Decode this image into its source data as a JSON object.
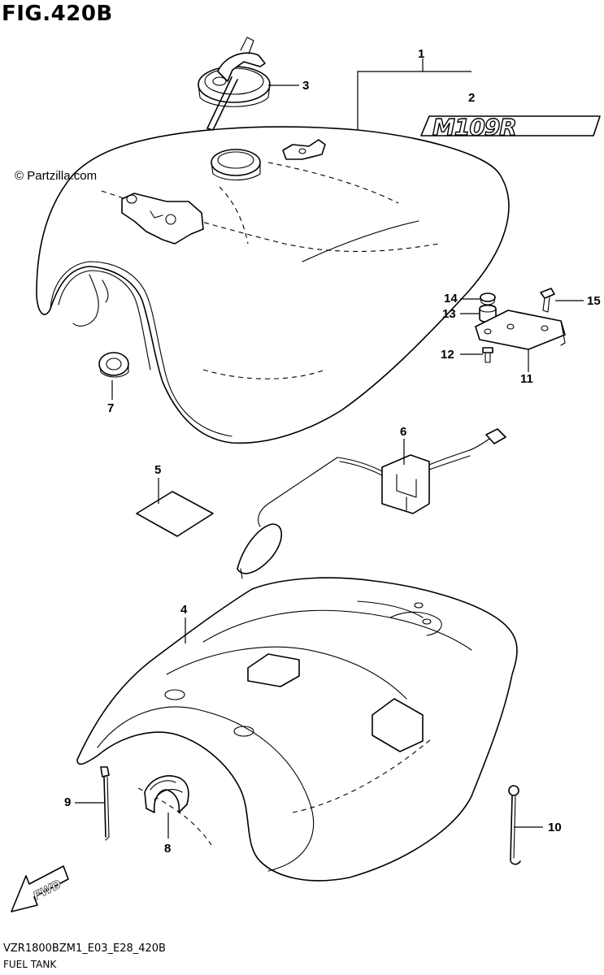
{
  "figure": {
    "title": "FIG.420B",
    "copyright": "© Partzilla.com",
    "badge_text": "M109R",
    "fwd_label": "FWD",
    "model_code": "VZR1800BZM1_E03_E28_420B",
    "group_name": "FUEL TANK"
  },
  "callouts": [
    {
      "id": "1",
      "label": "1"
    },
    {
      "id": "2",
      "label": "2"
    },
    {
      "id": "3",
      "label": "3"
    },
    {
      "id": "4",
      "label": "4"
    },
    {
      "id": "5",
      "label": "5"
    },
    {
      "id": "6",
      "label": "6"
    },
    {
      "id": "7",
      "label": "7"
    },
    {
      "id": "8",
      "label": "8"
    },
    {
      "id": "9",
      "label": "9"
    },
    {
      "id": "10",
      "label": "10"
    },
    {
      "id": "11",
      "label": "11"
    },
    {
      "id": "12",
      "label": "12"
    },
    {
      "id": "13",
      "label": "13"
    },
    {
      "id": "14",
      "label": "14"
    },
    {
      "id": "15",
      "label": "15"
    }
  ]
}
